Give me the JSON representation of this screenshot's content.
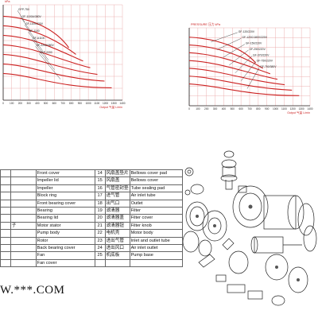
{
  "charts": {
    "left": {
      "label_top": "kPa",
      "series_labels": [
        "GFP-750",
        "GF-1100A/380V",
        "GF-1100/220V",
        "GF-1100",
        "GF-A1100",
        "GF-2200/380V",
        "GFP-2200"
      ],
      "x_ticks": [
        "0",
        "100",
        "200",
        "300",
        "400",
        "500",
        "600",
        "700",
        "800",
        "900",
        "1000",
        "1100",
        "1200",
        "1300",
        "1400"
      ],
      "xlabel": "Output 气量 L/min"
    },
    "right": {
      "title": "PRESSURE 压力 kPa",
      "series_labels": [
        "GF-120/220V",
        "GF-120C/180V/220V",
        "GF-150/220V",
        "GF-250/220V",
        "GF-370/220V",
        "GF-750/220V",
        "GF-750/380V"
      ],
      "x_ticks": [
        "0",
        "100",
        "200",
        "300",
        "400",
        "500",
        "600",
        "700",
        "800",
        "900",
        "1000",
        "1100",
        "1200",
        "1300",
        "1400"
      ],
      "xlabel": "Output 气量 L/min"
    }
  },
  "parts_table": {
    "left_rows": [
      {
        "num": "",
        "zh": "",
        "en": "Front cover"
      },
      {
        "num": "",
        "zh": "",
        "en": "Impeller lid"
      },
      {
        "num": "",
        "zh": "",
        "en": "Impeller"
      },
      {
        "num": "",
        "zh": "",
        "en": "Block ring"
      },
      {
        "num": "",
        "zh": "",
        "en": "Front bearing cover"
      },
      {
        "num": "",
        "zh": "",
        "en": "Bearing"
      },
      {
        "num": "",
        "zh": "",
        "en": "Bearing lid"
      },
      {
        "num": "",
        "zh": "子",
        "en": "Motor stator"
      },
      {
        "num": "",
        "zh": "",
        "en": "Pump body"
      },
      {
        "num": "",
        "zh": "",
        "en": "Rotor"
      },
      {
        "num": "",
        "zh": "",
        "en": "Back bearing cover"
      },
      {
        "num": "",
        "zh": "",
        "en": "Fan"
      },
      {
        "num": "",
        "zh": "",
        "en": "Fan cover"
      }
    ],
    "right_rows": [
      {
        "num": "14",
        "zh": "风扇盖垫片",
        "en": "Bellows cover pad"
      },
      {
        "num": "15",
        "zh": "风扇盖",
        "en": "Bellows cover"
      },
      {
        "num": "16",
        "zh": "气管密封垫",
        "en": "Tube sealing pad"
      },
      {
        "num": "17",
        "zh": "进气管",
        "en": "Air inlet tube"
      },
      {
        "num": "18",
        "zh": "出气口",
        "en": "Outlet"
      },
      {
        "num": "19",
        "zh": "滤清器",
        "en": "Filter"
      },
      {
        "num": "20",
        "zh": "滤清器盖",
        "en": "Filter cover"
      },
      {
        "num": "21",
        "zh": "滤清器钮",
        "en": "Filter knob"
      },
      {
        "num": "22",
        "zh": "电机壳",
        "en": "Motor body"
      },
      {
        "num": "23",
        "zh": "进出气管",
        "en": "Inlet and outlet tube"
      },
      {
        "num": "24",
        "zh": "进出风口",
        "en": "Air inlet outlet"
      },
      {
        "num": "25",
        "zh": "机底板",
        "en": "Pump base"
      },
      {
        "num": "",
        "zh": "",
        "en": ""
      }
    ]
  },
  "footer": {
    "text": "W.***.COM"
  },
  "colors": {
    "curve": "#cc2222",
    "grid": "#e8a0a0",
    "axis": "#222222"
  }
}
